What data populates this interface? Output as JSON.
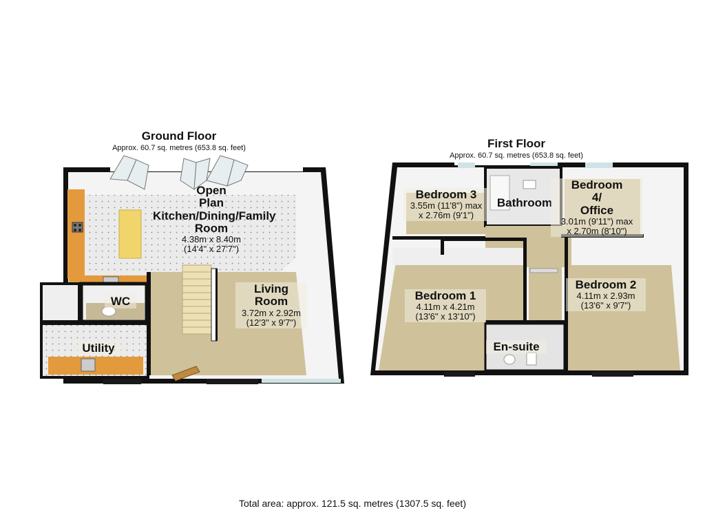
{
  "ground_floor": {
    "title": "Ground Floor",
    "area": "Approx. 60.7 sq. metres (653.8 sq. feet)",
    "rooms": [
      {
        "name": "Open Plan Kitchen/Dining/Family Room",
        "name_lines": [
          "Open",
          "Plan",
          "Kitchen/Dining/Family",
          "Room"
        ],
        "dim_m": "4.38m x 8.40m",
        "dim_ft": "(14'4\" x 27'7\")"
      },
      {
        "name": "Living Room",
        "name_lines": [
          "Living",
          "Room"
        ],
        "dim_m": "3.72m x 2.92m",
        "dim_ft": "(12'3\" x 9'7\")"
      },
      {
        "name": "WC"
      },
      {
        "name": "Utility"
      }
    ]
  },
  "first_floor": {
    "title": "First Floor",
    "area": "Approx. 60.7 sq. metres (653.8 sq. feet)",
    "rooms": [
      {
        "name": "Bedroom 3",
        "dim_line1": "3.55m (11'8\") max",
        "dim_line2": "x 2.76m (9'1\")"
      },
      {
        "name": "Bathroom"
      },
      {
        "name": "Bedroom 4/ Office",
        "name_lines": [
          "Bedroom",
          "4/",
          "Office"
        ],
        "dim_line1": "3.01m (9'11\") max",
        "dim_line2": "x 2.70m (8'10\")"
      },
      {
        "name": "Bedroom 1",
        "dim_m": "4.11m x 4.21m",
        "dim_ft": "(13'6\" x 13'10\")"
      },
      {
        "name": "Bedroom 2",
        "dim_m": "4.11m x 2.93m",
        "dim_ft": "(13'6\" x 9'7\")"
      },
      {
        "name": "En-suite"
      }
    ]
  },
  "total_area": "Total area: approx. 121.5 sq. metres (1307.5 sq. feet)",
  "colors": {
    "wall": "#111111",
    "wall_inner": "#f2f2f2",
    "carpet": "#cfc19a",
    "tile": "#ececec",
    "worktop": "#e39a3c",
    "island": "#f0d66a",
    "glass": "#cfe3e6"
  }
}
